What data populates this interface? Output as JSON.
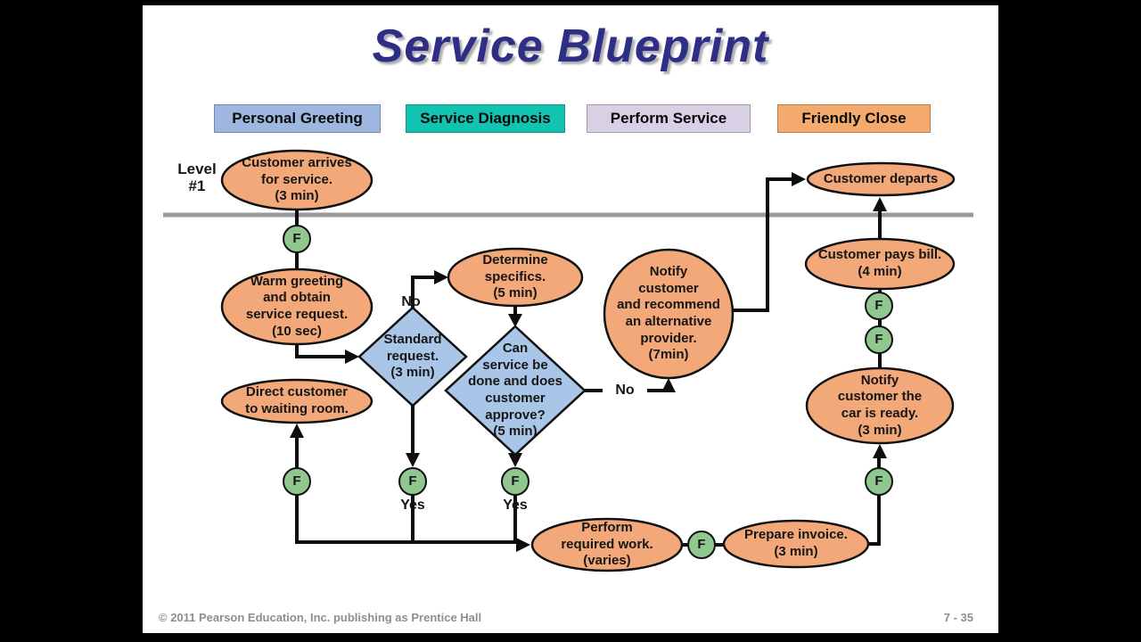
{
  "title": "Service Blueprint",
  "level_label": "Level\n#1",
  "phases": [
    {
      "label": "Personal Greeting",
      "color": "#9db7e0"
    },
    {
      "label": "Service Diagnosis",
      "color": "#12c3b1"
    },
    {
      "label": "Perform Service",
      "color": "#d9d0e6"
    },
    {
      "label": "Friendly Close",
      "color": "#f4a96d"
    }
  ],
  "nodes": {
    "customer_arrives": "Customer arrives\nfor service.\n(3 min)",
    "customer_departs": "Customer departs",
    "warm_greeting": "Warm greeting\nand obtain\nservice request.\n(10 sec)",
    "direct_customer": "Direct customer\nto waiting room.",
    "determine_specifics": "Determine\nspecifics.\n(5 min)",
    "standard_request": "Standard\nrequest.\n(3 min)",
    "can_service_be_done": "Can\nservice be\ndone and does\ncustomer\napprove?\n(5 min)",
    "notify_alternative": "Notify\ncustomer\nand recommend\nan alternative\nprovider.\n(7min)",
    "customer_pays_bill": "Customer pays bill.\n(4 min)",
    "notify_car_ready": "Notify\ncustomer the\ncar is ready.\n(3 min)",
    "perform_work": "Perform\nrequired work.\n(varies)",
    "prepare_invoice": "Prepare invoice.\n(3 min)"
  },
  "branch_labels": {
    "no_standard": "No",
    "no_service": "No",
    "yes_standard": "Yes",
    "yes_service": "Yes"
  },
  "fail_point": "F",
  "footer": {
    "copyright": "© 2011 Pearson Education, Inc. publishing as Prentice Hall",
    "page_number": "7 - 35"
  },
  "colors": {
    "process_fill": "#f2a878",
    "decision_fill": "#a9c5e8",
    "fail_point_fill": "#8fc78f",
    "line_of_visibility": "#999999",
    "title_text": "#2e2e87",
    "connector": "#0d0d0d",
    "letterbox": "#000000"
  }
}
